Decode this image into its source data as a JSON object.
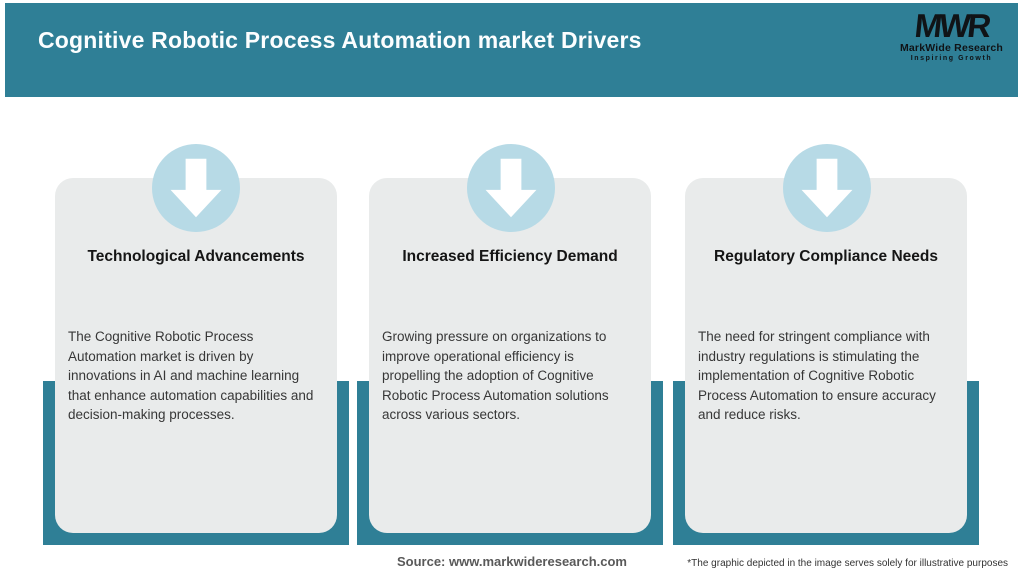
{
  "header": {
    "title": "Cognitive Robotic Process Automation market Drivers",
    "background_color": "#2f7f96",
    "title_color": "#fcfeff"
  },
  "logo": {
    "monogram": "MWR",
    "name": "MarkWide Research",
    "tagline": "Inspiring Growth",
    "color": "#101316"
  },
  "cards": [
    {
      "icon": "down-arrow-icon",
      "heading": "Technological Advancements",
      "body": "The Cognitive Robotic Process Automation market is driven by innovations in AI and machine learning that enhance automation capabilities and decision-making processes."
    },
    {
      "icon": "down-arrow-icon",
      "heading": "Increased Efficiency Demand",
      "body": "Growing pressure on organizations to improve operational efficiency is propelling the adoption of Cognitive Robotic Process Automation solutions across various sectors."
    },
    {
      "icon": "down-arrow-icon",
      "heading": "Regulatory Compliance Needs",
      "body": "The need for stringent compliance with industry regulations is stimulating the implementation of Cognitive Robotic Process Automation to ensure accuracy and reduce risks."
    }
  ],
  "footer": {
    "source": "Source: www.markwideresearch.com",
    "disclaimer": "*The graphic depicted in the image serves solely for illustrative purposes"
  },
  "colors": {
    "teal": "#2f7f96",
    "circle_blue": "#b7dae6",
    "card_gray": "#e9ebeb",
    "arrow": "#ffffff",
    "heading_text": "#151515",
    "body_text": "#373737",
    "source_text": "#595959"
  }
}
